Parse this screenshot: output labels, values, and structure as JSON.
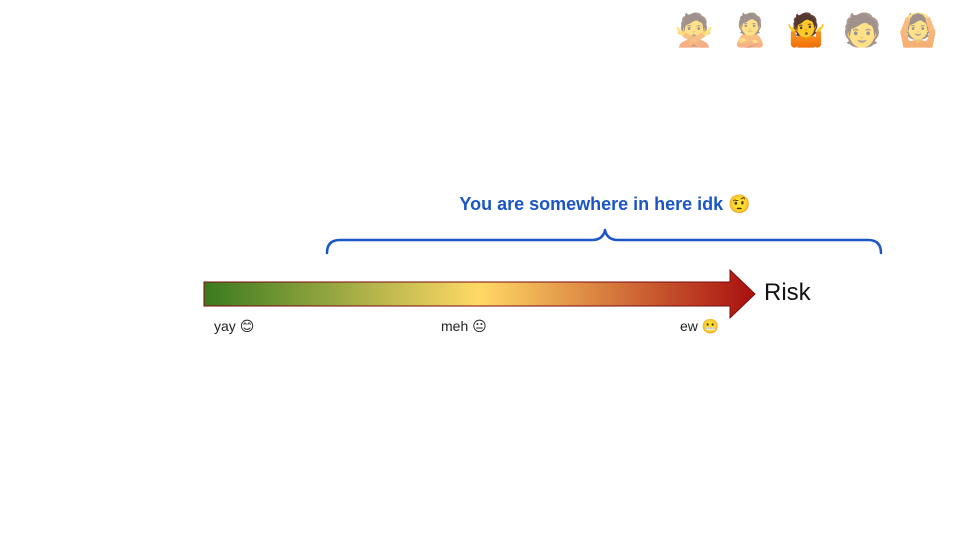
{
  "personas": [
    {
      "icon": "🙅",
      "name": "person-gesturing-no-icon"
    },
    {
      "icon": "🙎",
      "name": "person-pouting-icon"
    },
    {
      "icon": "🤷",
      "name": "person-shrugging-icon"
    },
    {
      "icon": "🧑",
      "name": "person-icon"
    },
    {
      "icon": "🙆",
      "name": "person-gesturing-ok-icon"
    }
  ],
  "active_persona": 2,
  "range_annotation": "You are somewhere in here idk 🤨",
  "scale": {
    "axis_label": "Risk",
    "ticks": [
      {
        "label": "yay",
        "emoji": "😊"
      },
      {
        "label": "meh",
        "emoji": "😐"
      },
      {
        "label": "ew",
        "emoji": "😬"
      }
    ],
    "gradient": [
      "#3b7a1f",
      "#ffd966",
      "#a80f0f"
    ]
  },
  "colors": {
    "annotation": "#1a56c4"
  }
}
